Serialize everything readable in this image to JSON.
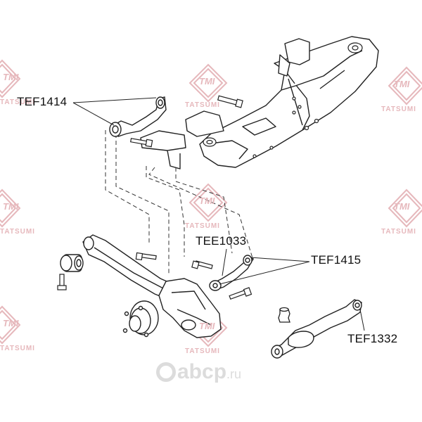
{
  "labels": {
    "tef1414": "TEF1414",
    "tee1033": "TEE1033",
    "tef1415": "TEF1415",
    "tef1332": "TEF1332"
  },
  "watermark": {
    "logo_text": "TMI",
    "brand_text": "TATSUMI",
    "color": "#e6b8bc"
  },
  "site_watermark": {
    "name": "abcp",
    "domain": ".ru"
  }
}
